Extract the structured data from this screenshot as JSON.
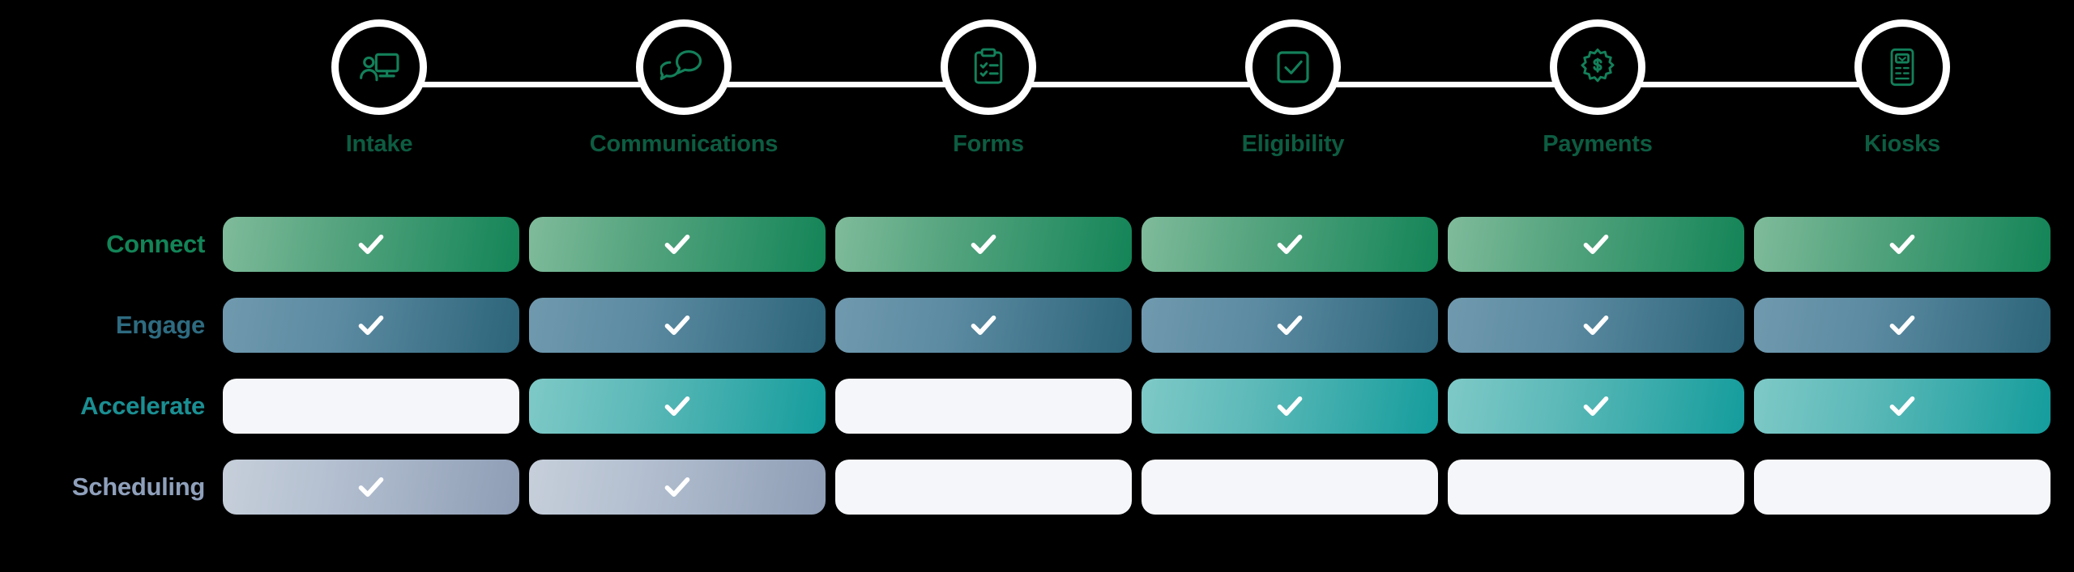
{
  "timeline": {
    "steps": [
      {
        "label": "Intake",
        "icon": "person-monitor-icon"
      },
      {
        "label": "Communications",
        "icon": "speech-bubbles-icon"
      },
      {
        "label": "Forms",
        "icon": "clipboard-checklist-icon"
      },
      {
        "label": "Eligibility",
        "icon": "checkbox-check-icon"
      },
      {
        "label": "Payments",
        "icon": "gear-dollar-icon"
      },
      {
        "label": "Kiosks",
        "icon": "kiosk-terminal-icon"
      }
    ],
    "rail_color": "#ffffff",
    "icon_color": "#13805a",
    "label_color": "#0d5c42"
  },
  "matrix": {
    "column_labels": [
      "Intake",
      "Communications",
      "Forms",
      "Eligibility",
      "Payments",
      "Kiosks"
    ],
    "rows": [
      {
        "label": "Connect",
        "label_color": "#138457",
        "gradient_from": "#7fbb9b",
        "gradient_to": "#138457",
        "cells": [
          true,
          true,
          true,
          true,
          true,
          true
        ]
      },
      {
        "label": "Engage",
        "label_color": "#2e6b80",
        "gradient_from": "#7099ae",
        "gradient_to": "#2c6479",
        "cells": [
          true,
          true,
          true,
          true,
          true,
          true
        ]
      },
      {
        "label": "Accelerate",
        "label_color": "#1a8f93",
        "gradient_from": "#7ec9c7",
        "gradient_to": "#149c9c",
        "cells": [
          false,
          true,
          false,
          true,
          true,
          true
        ]
      },
      {
        "label": "Scheduling",
        "label_color": "#8fa0bb",
        "gradient_from": "#c6cfda",
        "gradient_to": "#8e9db5",
        "cells": [
          true,
          true,
          false,
          false,
          false,
          false
        ]
      }
    ],
    "empty_cell_color": "#f5f6f9",
    "check_color": "#ffffff",
    "check_icon": "checkmark-icon"
  },
  "background_color": "#000000"
}
